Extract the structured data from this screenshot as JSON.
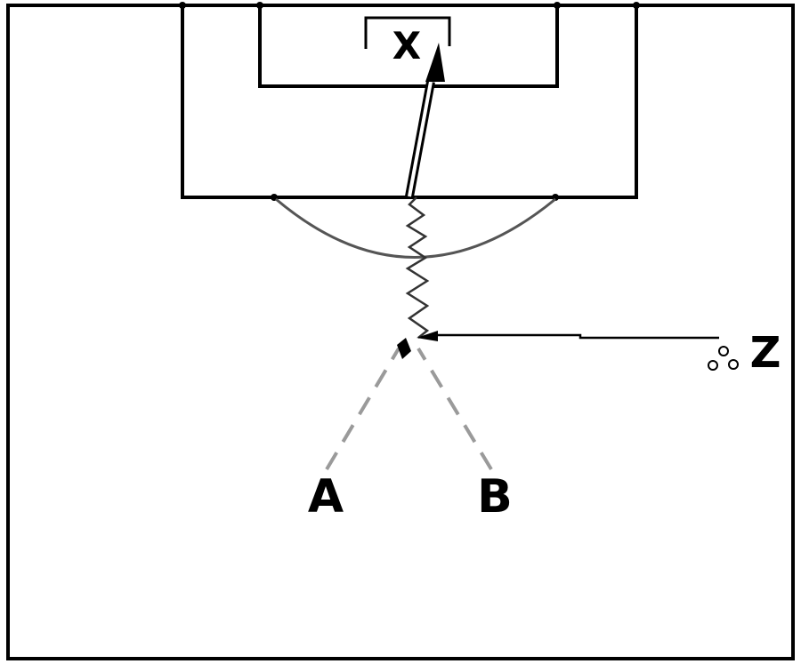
{
  "labels": {
    "goal": "X",
    "player_a": "A",
    "player_b": "B",
    "server": "Z"
  },
  "colors": {
    "lines": "#000000",
    "run_path": "#9a9a9a",
    "background": "#ffffff"
  },
  "icons": {
    "balls": "ball-cluster-icon"
  }
}
